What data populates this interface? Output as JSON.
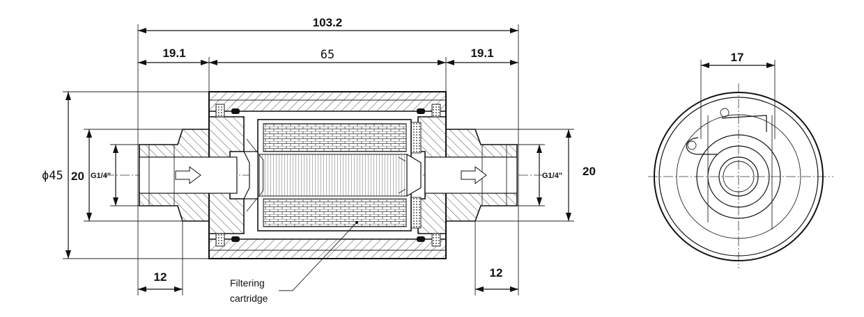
{
  "dimensions": {
    "overall_length": "103.2",
    "left_end_length": "19.1",
    "body_length": "65",
    "right_end_length": "19.1",
    "outer_diameter": "ϕ45",
    "left_height": "20",
    "right_height": "20",
    "left_thread": "G1/4\"",
    "right_thread": "G1/4\"",
    "left_thread_length": "12",
    "right_thread_length": "12",
    "end_view_width": "17"
  },
  "labels": {
    "cartridge_line1": "Filtering",
    "cartridge_line2": "cartridge"
  }
}
